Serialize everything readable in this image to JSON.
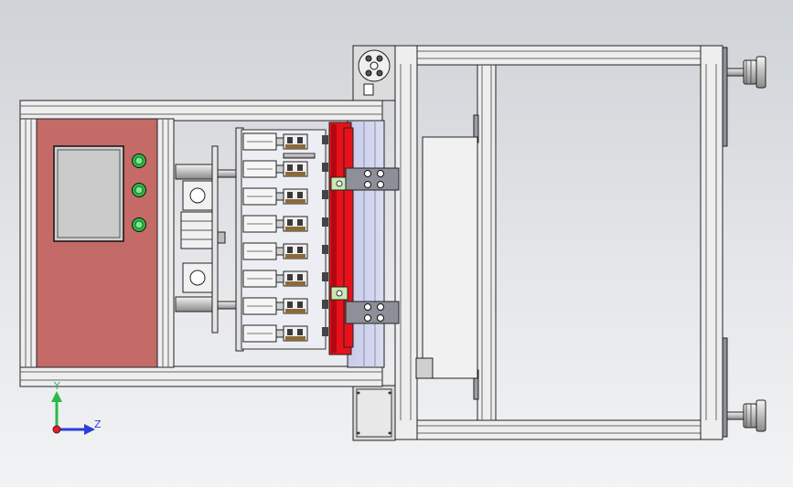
{
  "viewport": {
    "background": "light-gray-gradient",
    "view": "top"
  },
  "model": {
    "frame_color": "#e8e8ea",
    "panel_color": "#c46a67",
    "clamp_bar_color": "#e8111a",
    "guide_block_color": "#c9e8b3",
    "button_color": "#2fb84a",
    "fixture_count": 8,
    "button_count": 3,
    "leveling_feet_count": 2
  },
  "triad": {
    "y_label": "Y",
    "z_label": "Z",
    "y_color": "#2db84a",
    "z_color": "#2a3fd6",
    "origin_color": "#d8202a"
  }
}
